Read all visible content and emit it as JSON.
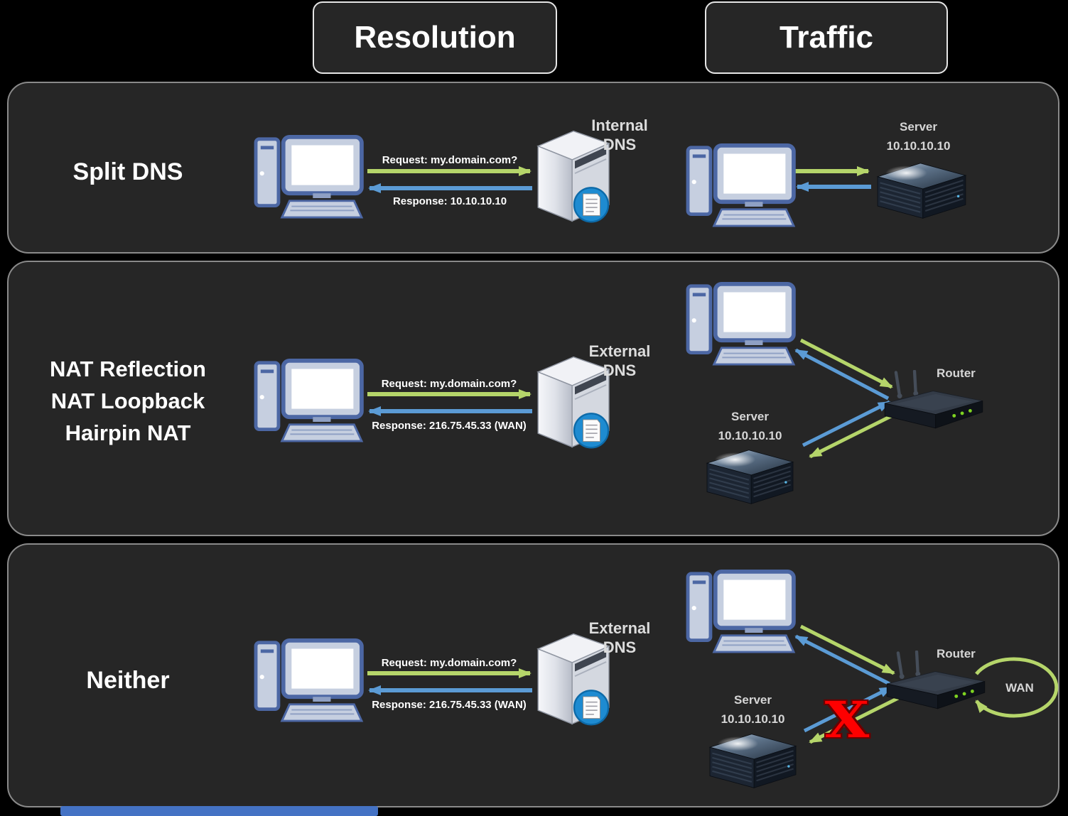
{
  "headers": {
    "resolution": "Resolution",
    "traffic": "Traffic"
  },
  "colors": {
    "request_green": "#b5d56a",
    "response_blue": "#5b9bd5",
    "blocked_red": "#fe0000",
    "panel_bg": "#262626",
    "page_bg": "#000000",
    "bottom_bar_blue": "#4472c4"
  },
  "rows": [
    {
      "label": "Split DNS",
      "resolution": {
        "request": "Request: my.domain.com?",
        "response": "Response: 10.10.10.10",
        "dns_line1": "Internal",
        "dns_line2": "DNS"
      },
      "traffic": {
        "server_title": "Server",
        "server_ip": "10.10.10.10"
      }
    },
    {
      "label_line1": "NAT Reflection",
      "label_line2": "NAT Loopback",
      "label_line3": "Hairpin NAT",
      "resolution": {
        "request": "Request: my.domain.com?",
        "response": "Response: 216.75.45.33 (WAN)",
        "dns_line1": "External",
        "dns_line2": "DNS"
      },
      "traffic": {
        "server_title": "Server",
        "server_ip": "10.10.10.10",
        "router_label": "Router"
      }
    },
    {
      "label": "Neither",
      "resolution": {
        "request": "Request: my.domain.com?",
        "response": "Response: 216.75.45.33 (WAN)",
        "dns_line1": "External",
        "dns_line2": "DNS"
      },
      "traffic": {
        "server_title": "Server",
        "server_ip": "10.10.10.10",
        "router_label": "Router",
        "wan_label": "WAN",
        "blocked_mark": "X"
      }
    }
  ]
}
